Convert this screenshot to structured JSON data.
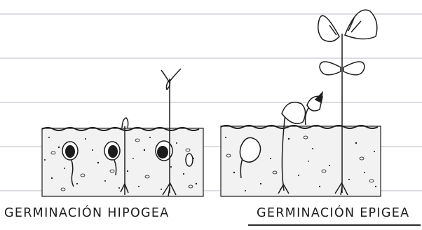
{
  "captions": {
    "hypogeal": "GERMINACIÓN HIPOGEA",
    "epigeal": "GERMINACIÓN EPIGEA"
  },
  "colors": {
    "ink": "#1c1c1c",
    "rule_lines": "#b8b8c4",
    "soil_fill": "#f2f2f2",
    "background": "#ffffff"
  },
  "stages": {
    "hypogeal": [
      "seed-swelling",
      "radicle-emerging",
      "shoot-emerging",
      "seedling"
    ],
    "epigeal": [
      "seed-swelling",
      "hypocotyl-hook",
      "cotyledons-lifting",
      "seedling-with-leaves"
    ]
  }
}
